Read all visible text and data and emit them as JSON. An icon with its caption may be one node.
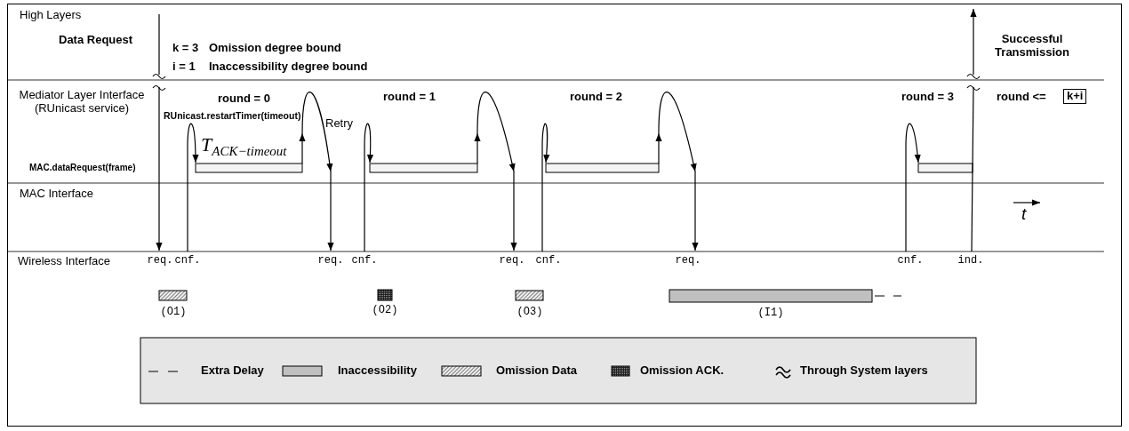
{
  "diagram": {
    "nodes": [
      {
        "text": [
          "k+i"
        ]
      }
    ],
    "labels": [
      "High Layers",
      "Data Request",
      "k = 3",
      "Omission degree bound",
      "i = 1",
      "Inaccessibility degree bound",
      "Successful Transmission",
      "Mediator Layer Interface (RUnicast service)",
      "round = 0",
      "round = 1",
      "round = 2",
      "round = 3",
      "round <=",
      "RUnicast.restartTimer(timeout)",
      "Retry",
      "T$_{ACK−timeout}$",
      "MAC.dataRequest(frame)",
      "MAC Interface",
      "t",
      "Wireless Interface",
      "req.",
      "cnf.",
      "req.",
      "cnf.",
      "req.",
      "cnf.",
      "req.",
      "cnf.",
      "ind.",
      "(O1)",
      "(O2)",
      "(O3)",
      "(I1)"
    ],
    "legend": [
      {
        "text": "Extra Delay"
      },
      {
        "text": "Inaccessibility",
        "color": "#c0c0c0"
      },
      {
        "text": "Omission Data"
      },
      {
        "text": "Omission ACK."
      },
      {
        "text": "Through System layers"
      }
    ]
  }
}
